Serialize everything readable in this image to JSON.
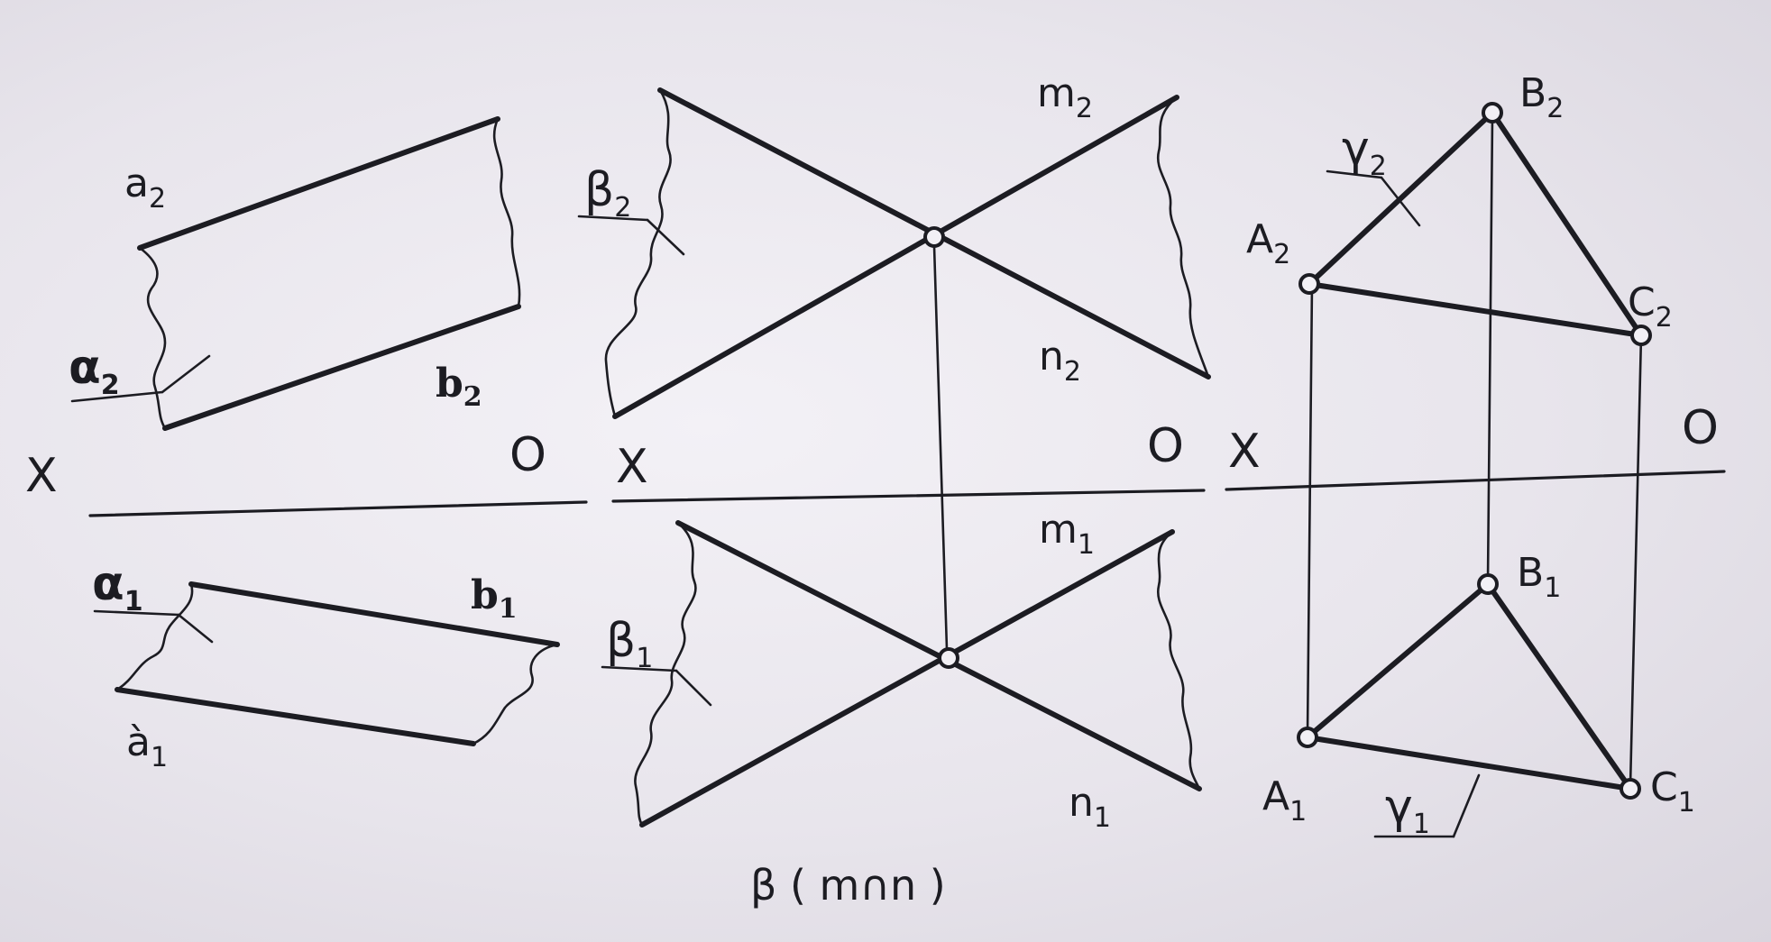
{
  "figure": {
    "caption": "β ( m∩n )"
  },
  "panels": {
    "alpha": {
      "plane_front": {
        "symbol": "α",
        "index": "2"
      },
      "plane_top": {
        "symbol": "α",
        "index": "1"
      },
      "line_a_front": {
        "symbol": "a",
        "index": "2"
      },
      "line_b_front": {
        "symbol": "b",
        "index": "2"
      },
      "line_a_top": {
        "symbol": "à",
        "index": "1"
      },
      "line_b_top": {
        "symbol": "b",
        "index": "1"
      },
      "axis_x": "X",
      "axis_o": "O"
    },
    "beta": {
      "plane_front": {
        "symbol": "β",
        "index": "2"
      },
      "plane_top": {
        "symbol": "β",
        "index": "1"
      },
      "line_m_front": {
        "symbol": "m",
        "index": "2"
      },
      "line_n_front": {
        "symbol": "n",
        "index": "2"
      },
      "line_m_top": {
        "symbol": "m",
        "index": "1"
      },
      "line_n_top": {
        "symbol": "n",
        "index": "1"
      },
      "axis_x": "X",
      "axis_o": "O"
    },
    "gamma": {
      "plane_front": {
        "symbol": "γ",
        "index": "2"
      },
      "plane_top": {
        "symbol": "γ",
        "index": "1"
      },
      "point_a_front": {
        "symbol": "A",
        "index": "2"
      },
      "point_b_front": {
        "symbol": "B",
        "index": "2"
      },
      "point_c_front": {
        "symbol": "C",
        "index": "2"
      },
      "point_a_top": {
        "symbol": "A",
        "index": "1"
      },
      "point_b_top": {
        "symbol": "B",
        "index": "1"
      },
      "point_c_top": {
        "symbol": "C",
        "index": "1"
      },
      "axis_x": "X",
      "axis_o": "O"
    }
  }
}
